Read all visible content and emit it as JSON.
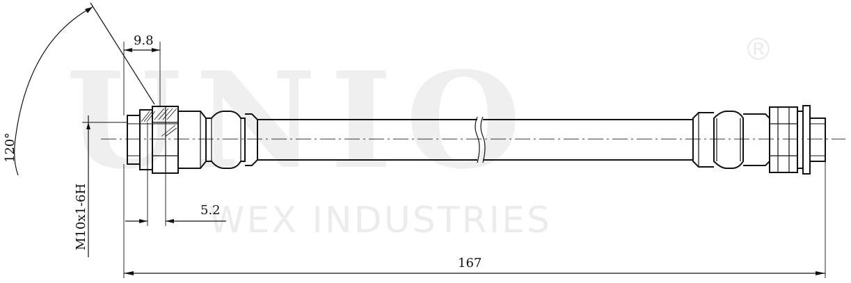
{
  "watermark": {
    "logo_text": "UNIO",
    "registered_mark": "®",
    "company": "WEX INDUSTRIES"
  },
  "dimensions": {
    "angle": "120°",
    "flange_width": "9.8",
    "thread_spec": "M10x1-6H",
    "thread_depth": "5.2",
    "overall_length": "167"
  },
  "colors": {
    "line": "#111111",
    "watermark": "#efefef"
  }
}
